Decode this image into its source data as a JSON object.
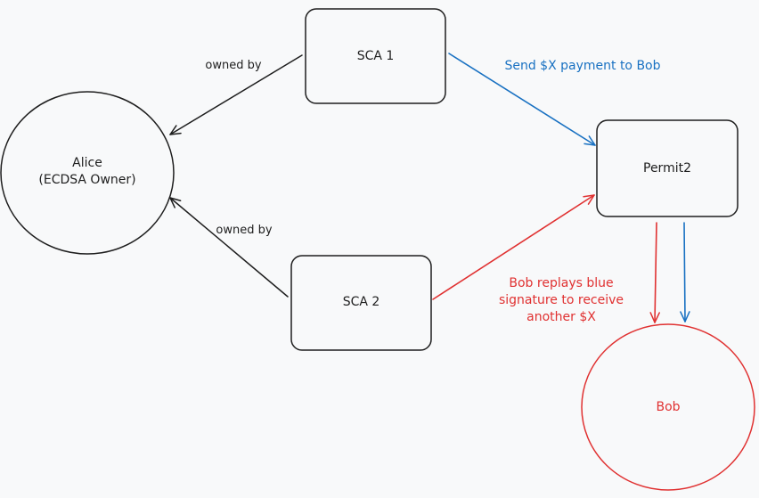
{
  "nodes": {
    "alice": {
      "line1": "Alice",
      "line2": "(ECDSA Owner)"
    },
    "sca1": {
      "label": "SCA 1"
    },
    "sca2": {
      "label": "SCA 2"
    },
    "permit2": {
      "label": "Permit2"
    },
    "bob": {
      "label": "Bob"
    }
  },
  "edges": {
    "sca1_owner": {
      "label": "owned by"
    },
    "sca2_owner": {
      "label": "owned by"
    },
    "payment": {
      "label": "Send $X payment to Bob"
    },
    "replay": {
      "line1": "Bob replays blue",
      "line2": "signature to receive",
      "line3": "another $X"
    }
  },
  "colors": {
    "stroke": "#1e1e1e",
    "blue": "#1971c2",
    "red": "#e03131",
    "background": "#f8f9fa"
  }
}
